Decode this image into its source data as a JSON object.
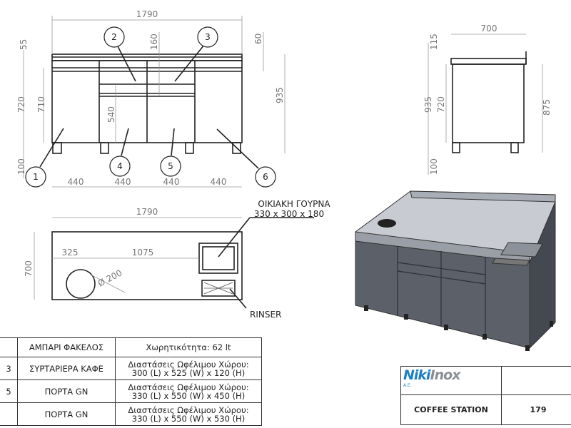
{
  "front_view": {
    "dims": {
      "width": "1790",
      "top_55": "55",
      "top_60": "60",
      "h_720": "720",
      "h_710": "710",
      "h_540": "540",
      "h_160": "160",
      "h_935": "935",
      "leg_100": "100",
      "bay": [
        "440",
        "440",
        "440",
        "440"
      ]
    },
    "callouts": [
      "1",
      "2",
      "3",
      "4",
      "5",
      "6"
    ]
  },
  "side_view": {
    "dims": {
      "depth": "700",
      "top_115": "115",
      "h_935": "935",
      "h_720": "720",
      "h_875": "875",
      "leg_100": "100"
    }
  },
  "top_view": {
    "dims": {
      "width": "1790",
      "depth": "700",
      "offset_325": "325",
      "offset_1075": "1075",
      "hole_diameter": "Ø 200"
    },
    "sink_label": "ΟΙΚΙΑΚΗ ΓΟΥΡΝΑ",
    "sink_size": "330 x 300 x 180",
    "rinser_label": "RINSER"
  },
  "parts_table": [
    {
      "num": "",
      "name": "ΑΜΠΑΡΙ ΦΑΚΕΛΟΣ",
      "desc1": "Χωρητικότητα: 62 lt",
      "desc2": ""
    },
    {
      "num": "3",
      "name": "ΣΥΡΤΑΡΙΕΡΑ ΚΑΦΕ",
      "desc1": "Διαστάσεις Ωφέλιμου Χώρου:",
      "desc2": "300 (L) x 525 (W) x 120 (H)"
    },
    {
      "num": "5",
      "name": "ΠΟΡΤΑ GN",
      "desc1": "Διαστάσεις Ωφέλιμου Χώρου:",
      "desc2": "330 (L) x 550 (W) x 450 (H)"
    },
    {
      "num": "",
      "name": "ΠΟΡΤΑ GN",
      "desc1": "Διαστάσεις Ωφέλιμου Χώρου:",
      "desc2": "330 (L) x 550 (W) x 530 (H)"
    }
  ],
  "title_block": {
    "logo": "NikiInox A.E.",
    "product": "COFFEE STATION",
    "code": "179"
  }
}
